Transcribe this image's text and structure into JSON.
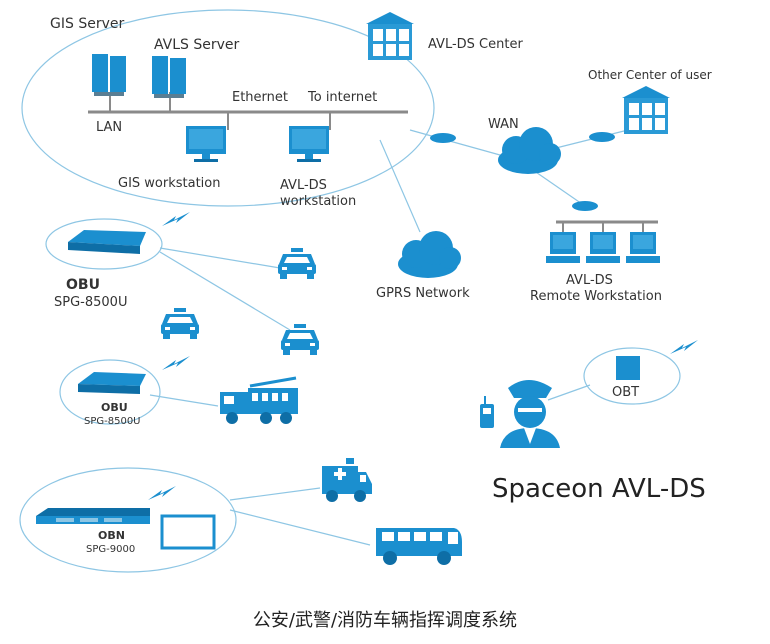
{
  "colors": {
    "blue": "#1b8fcf",
    "dark": "#0e6ea6",
    "line": "#8ec6e4",
    "text": "#333333"
  },
  "lan_block": {
    "gis_server": "GIS Server",
    "avls_server": "AVLS Server",
    "ethernet": "Ethernet",
    "to_internet": "To internet",
    "lan": "LAN",
    "gis_workstation": "GIS workstation",
    "avl_ds_workstation_1": "AVL-DS",
    "avl_ds_workstation_2": "workstation"
  },
  "center": {
    "avl_ds_center": "AVL-DS Center"
  },
  "network": {
    "wan": "WAN",
    "other_center": "Other  Center of user",
    "gprs": "GPRS Network",
    "remote_1": "AVL-DS",
    "remote_2": "Remote Workstation"
  },
  "devices": {
    "obu_large": "OBU",
    "obu_large_model": "SPG-8500U",
    "obu_small": "OBU",
    "obu_small_model": "SPG-8500U",
    "obn": "OBN",
    "obn_model": "SPG-9000",
    "obt": "OBT"
  },
  "brand": "Spaceon AVL-DS",
  "caption": "公安/武警/消防车辆指挥调度系统",
  "icons": [
    "server-icon",
    "building-icon",
    "monitor-icon",
    "cloud-icon",
    "police-car-icon",
    "fire-truck-icon",
    "ambulance-icon",
    "bus-icon",
    "police-officer-icon",
    "radio-icon",
    "signal-bolt-icon"
  ]
}
